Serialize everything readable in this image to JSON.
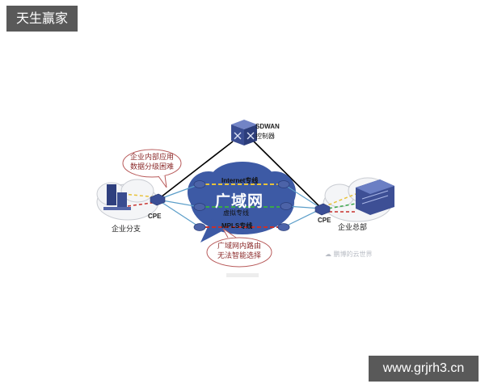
{
  "badges": {
    "top_left": "天生赢家",
    "bottom_right": "www.grjrh3.cn"
  },
  "diagram": {
    "controller": {
      "line1": "SDWAN",
      "line2": "控制器"
    },
    "wan": {
      "title": "广域网",
      "links": [
        {
          "label": "Internet专线",
          "color": "#e8c23a"
        },
        {
          "label": "虚拟专线",
          "color": "#3aa84a"
        },
        {
          "label": "MPLS专线",
          "color": "#c8302c"
        }
      ]
    },
    "branch": {
      "label": "企业分支",
      "cpe": "CPE"
    },
    "hq": {
      "label": "企业总部",
      "cpe": "CPE"
    },
    "callouts": {
      "branch_issue": {
        "line1": "企业内部应用",
        "line2": "数据分级困难"
      },
      "wan_issue": {
        "line1": "广域网内路由",
        "line2": "无法智能选择"
      }
    },
    "watermark": "鹏博的云世界"
  }
}
